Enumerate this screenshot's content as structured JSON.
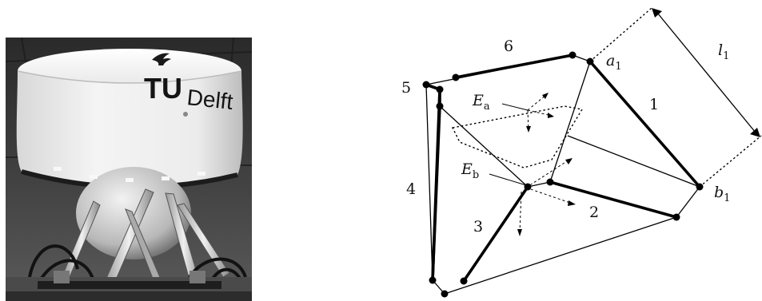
{
  "photo": {
    "logo_tu": "TU",
    "logo_delft": "Delft"
  },
  "diagram": {
    "leg_labels": [
      "1",
      "2",
      "3",
      "4",
      "5",
      "6"
    ],
    "point_a": "a",
    "point_a_sub": "1",
    "point_b": "b",
    "point_b_sub": "1",
    "length": "l",
    "length_sub": "1",
    "frame_a": "E",
    "frame_a_sub": "a",
    "frame_b": "E",
    "frame_b_sub": "b"
  }
}
